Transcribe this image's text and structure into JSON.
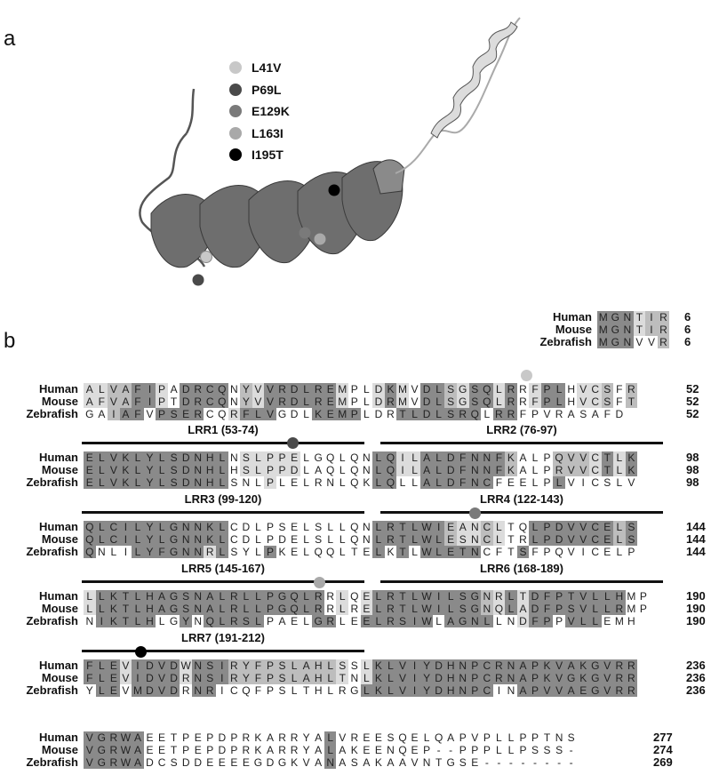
{
  "panels": {
    "a": "a",
    "b": "b"
  },
  "legend": [
    {
      "label": "L41V",
      "color": "#c8c8c8"
    },
    {
      "label": "P69L",
      "color": "#4a4a4a"
    },
    {
      "label": "E129K",
      "color": "#7a7a7a"
    },
    {
      "label": "L163I",
      "color": "#a9a9a9"
    },
    {
      "label": "I195T",
      "color": "#000000"
    }
  ],
  "species": [
    "Human",
    "Mouse",
    "Zebrafish"
  ],
  "lrr": [
    {
      "label": "LRR1 (53-74)"
    },
    {
      "label": "LRR2 (76-97)"
    },
    {
      "label": "LRR3 (99-120)"
    },
    {
      "label": "LRR4 (122-143)"
    },
    {
      "label": "LRR5 (145-167)"
    },
    {
      "label": "LRR6 (168-189)"
    },
    {
      "label": "LRR7 (191-212)"
    }
  ],
  "blocks": [
    {
      "rows": [
        {
          "seq": "MGNTIR",
          "shade": "333122",
          "num": "6"
        },
        {
          "seq": "MGNTIR",
          "shade": "333122",
          "num": "6"
        },
        {
          "seq": "MGNVVR",
          "shade": "333002",
          "num": "6"
        }
      ]
    },
    {
      "rows": [
        {
          "seq": "ALVAFIPADRCQNYVVRDLREMPLDKMVDLSGSQLRRFPLHVCSFR",
          "shade": "1122331033330213333331001310332133130133011202",
          "num": "52"
        },
        {
          "seq": "AFVAFIPTDRCQNYVVRDLREMPLDRMVDLSGSQLRRFPLHVCSFT",
          "shade": "1122331033330213333331001310332133130133011202",
          "num": "52"
        },
        {
          "seq": "GAIAFVPSERCQRFLVGDLKEMPLDRTLDLSRQLRRFPVRASAFD",
          "shade": "0023303333001333000333300033333330330000000000",
          "num": "52"
        }
      ]
    },
    {
      "rows": [
        {
          "seq": "ELVKLYLSDNHLNSLPPELGQLQNLQILALDFNNFKALPQVVCTLK",
          "shade": "3333333333330111110000003311333333320002221313",
          "num": "98"
        },
        {
          "seq": "ELVKLYLSDNHLHSLPPDLAQLQNLQILALDFNNFKALPRVVCTLK",
          "shade": "3333333333330111110000003311333333320002221313",
          "num": "98"
        },
        {
          "seq": "ELVKLYLSDNHLSNLPLELRNLQKLQLLALDFNCFEELPLVICSLV",
          "shade": "3333333333330001000000003300333333000003000000",
          "num": "98"
        }
      ]
    },
    {
      "rows": [
        {
          "seq": "QLCILYLGNNKLCDLPSELSLLQNLRTLWIEANCLTQLPDVVCELS",
          "shade": "3333333333330000000000003333332112100333333323",
          "num": "144"
        },
        {
          "seq": "QLCILYLGNNKLCDLPDELSLLQNLRTLWLESNCLTRLPDVVCELS",
          "shade": "3333333333330000000000003333332112100333333323",
          "num": "144"
        },
        {
          "seq": "QNLILYFGNNRLSYLPKELQQLTELKTLWLETNCFTSFPQVICELP",
          "shade": "3000333333130003000000003030333330003000000000",
          "num": "144"
        }
      ]
    },
    {
      "rows": [
        {
          "seq": "LLKTLHAGSNALRLLPGQLRRLQELRTLWILSGNRLTDFPTVLLHMP",
          "shade": "1333333333333333333301013333333332131333333330",
          "num": "190"
        },
        {
          "seq": "LLKTLHAGSNALRLLPGQLRRLRELRTLWILSGNQLADFPSVLLRMP",
          "shade": "1333333333333333333301013333333332131333333330",
          "num": "190"
        },
        {
          "seq": "NIKTLHLGYNQLRSLPAELGRLEELRSIWLAGNLLNDFPPVLLEMH",
          "shade": "0333330030333330000330033333303333001330333000",
          "num": "190"
        }
      ]
    },
    {
      "rows": [
        {
          "seq": "FLEVIDVDWNSIRYFPSLAHLSSLKLVIYDHNPCRNAPKVAKGVRR",
          "shade": "3331333313332222222221013333333333333333333333",
          "num": "236"
        },
        {
          "seq": "FLEVIDVDRNSIRYFPSLAHLTNLKLVIYDHNPCRNAPKVGKGVRR",
          "shade": "3331333313332222222221013333333333333333333333",
          "num": "236"
        },
        {
          "seq": "YLEVMDVDRNRICQFPSLTHLRGLKLVIYDHNPCINAPVVAEGVRR",
          "shade": "0330333303300000000000033333333333003333333333",
          "num": "236"
        }
      ]
    },
    {
      "rows": [
        {
          "seq": "VGRWAEETPEPDPRKARRYALVREESQELQAPVPLLPPTNS",
          "shade": "33333000000000000000300000000000000000000",
          "num": "277"
        },
        {
          "seq": "VGRWAEETPEPDPRKARRYALAKEENQEP--PPPLLPSSS-",
          "shade": "33333000000000000000300000000000000000000",
          "num": "274"
        },
        {
          "seq": "VGRWADCSDDEEEEGDGKVANASAKAAVNTGSE--------",
          "shade": "33333000000000000000300000000000000000000",
          "num": "269"
        }
      ]
    }
  ]
}
